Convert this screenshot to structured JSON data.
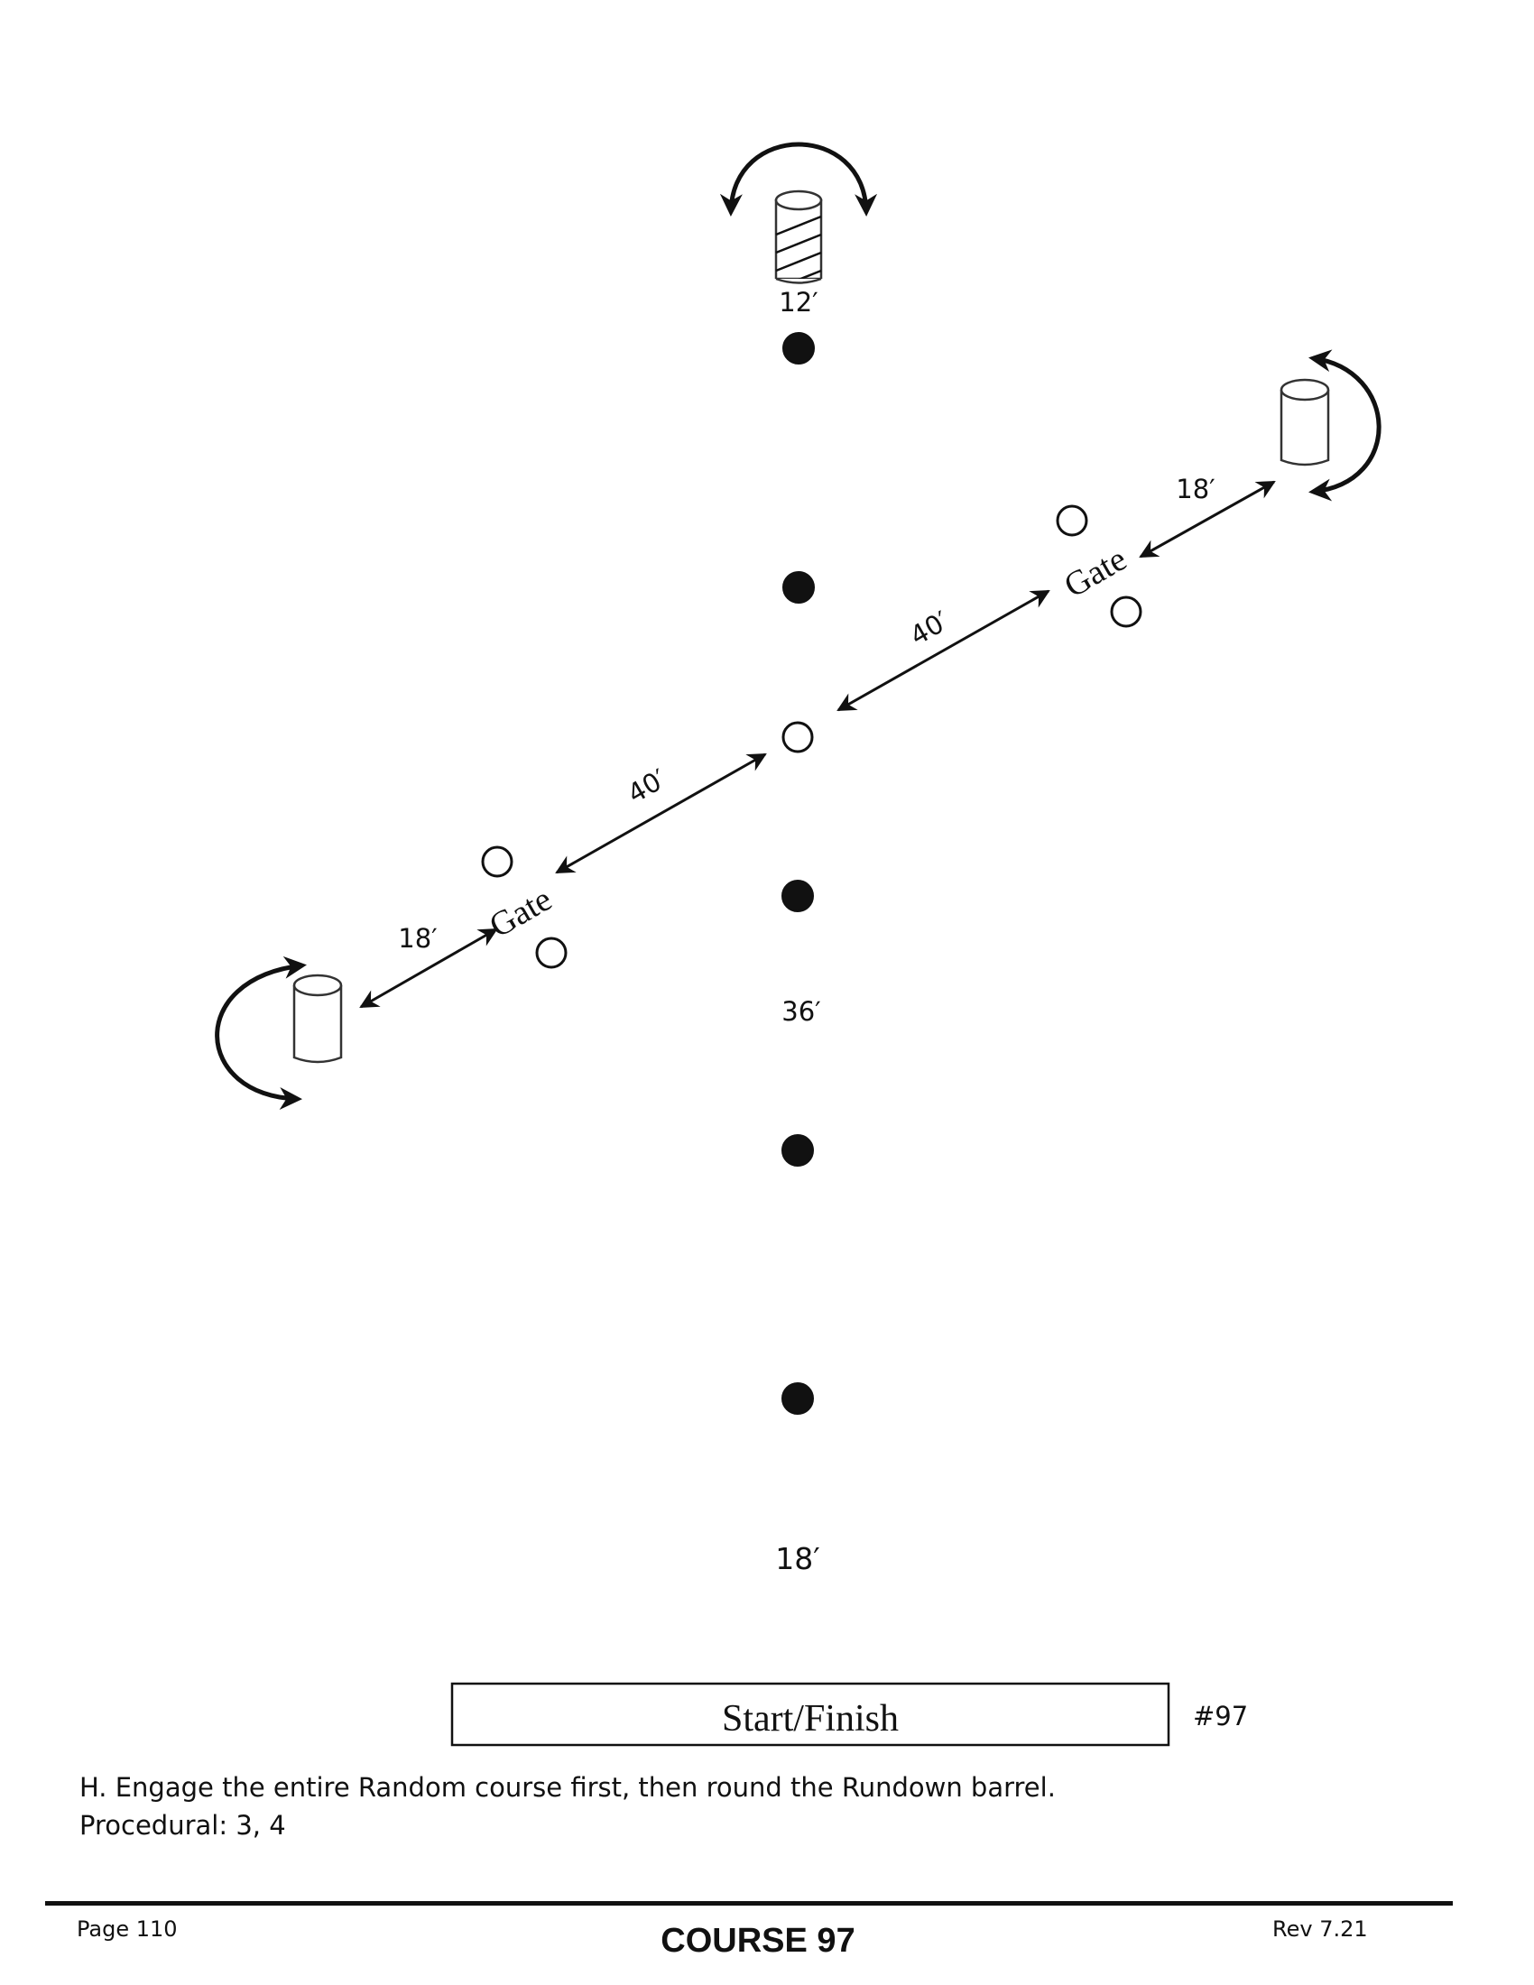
{
  "diagram": {
    "labels": {
      "top_barrel_distance": "12′",
      "right_barrel_distance": "18′",
      "left_barrel_distance": "18′",
      "right_gate_distance": "40′",
      "left_gate_distance": "40′",
      "center_distance": "36′",
      "bottom_distance": "18′",
      "right_gate": "Gate",
      "left_gate": "Gate",
      "start_finish": "Start/Finish",
      "course_number": "#97"
    }
  },
  "instructions": {
    "line1": "H.  Engage the entire Random course first, then round the Rundown barrel.",
    "line2": "Procedural: 3, 4"
  },
  "footer": {
    "page": "Page 110",
    "title": "COURSE 97",
    "revision": "Rev 7.21"
  }
}
